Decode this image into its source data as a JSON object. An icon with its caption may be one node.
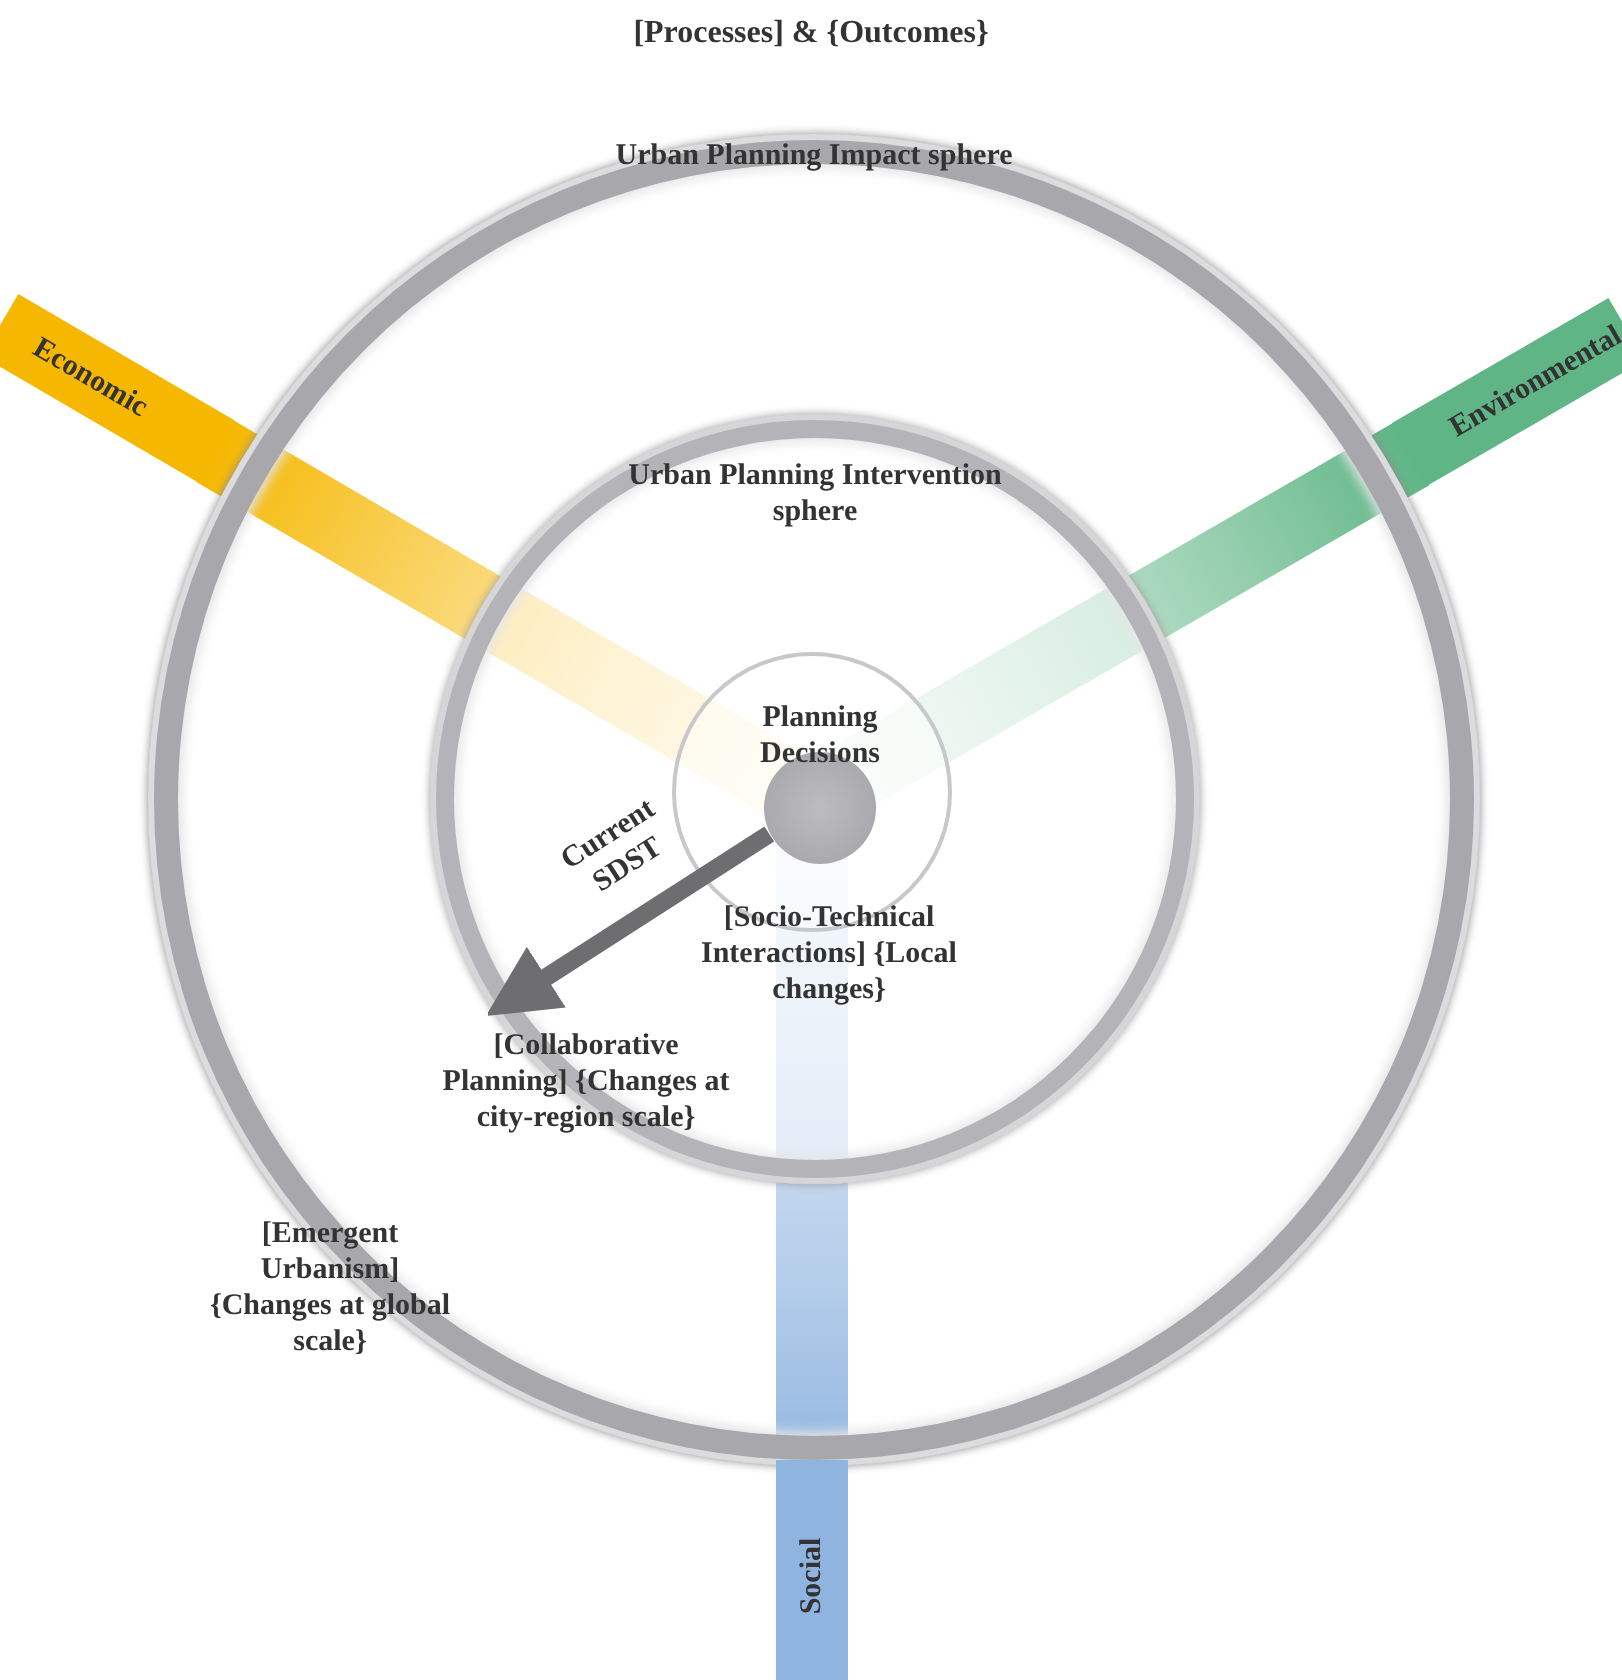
{
  "diagram": {
    "title": "[Processes] & {Outcomes}",
    "nodes": [
      {
        "text": [
          "Urban Planning Impact sphere"
        ]
      },
      {
        "text": [
          "Economic"
        ]
      },
      {
        "text": [
          "Environmental"
        ]
      },
      {
        "text": [
          "Urban Planning Intervention sphere"
        ],
        "in": 0
      },
      {
        "text": [],
        "shape": "circle",
        "in": 3
      },
      {
        "text": [
          "Planning Decisions"
        ],
        "in": 4
      },
      {
        "text": [
          "[Collaborative Planning] {Changes at city-region scale}"
        ],
        "in": 3
      },
      {
        "text": [
          "Social"
        ]
      }
    ],
    "edges": [
      {
        "from": 5,
        "to": 6,
        "arrow": "to",
        "label": "Current SDST"
      }
    ],
    "labels": [
      "[Socio-Technical Interactions] {Local changes}",
      "[Emergent Urbanism] {Changes at global scale}"
    ]
  }
}
